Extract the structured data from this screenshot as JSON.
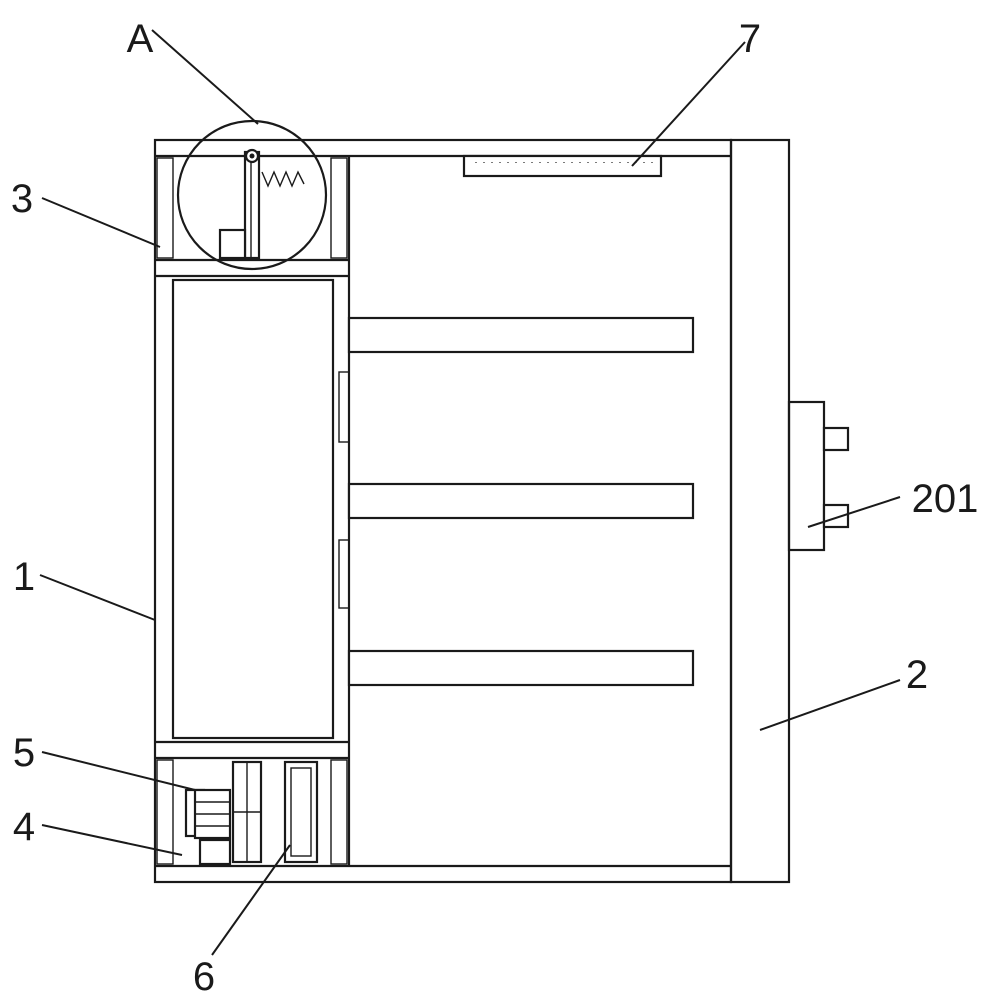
{
  "diagram": {
    "labels": {
      "A": "A",
      "l1": "1",
      "l2": "2",
      "l3": "3",
      "l4": "4",
      "l5": "5",
      "l6": "6",
      "l7": "7",
      "l201": "201"
    }
  }
}
